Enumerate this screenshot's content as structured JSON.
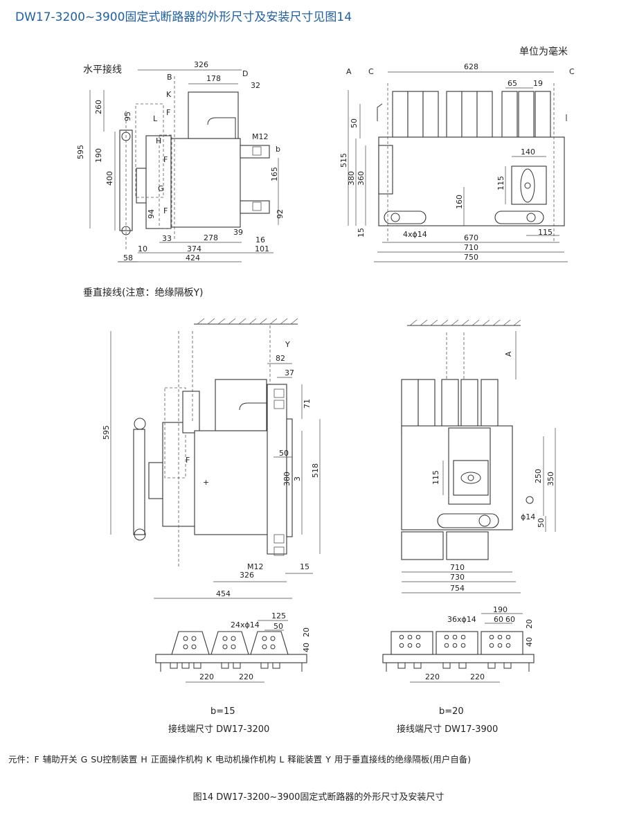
{
  "title": "DW17-3200~3900固定式断路器的外形尺寸及安装尺寸见图14",
  "unit_note": "单位为毫米",
  "sections": {
    "horizontal": "水平接线",
    "vertical": "垂直接线(注意：绝缘隔板Y)"
  },
  "terminal_left": {
    "b": "b=15",
    "caption": "接线端尺寸  DW17-3200"
  },
  "terminal_right": {
    "b": "b=20",
    "caption": "接线端尺寸  DW17-3900"
  },
  "legend": "元件：F  辅助开关   G  SU控制装置   H  正面操作机构   K  电动机操作机构   L  释能装置   Y  用于垂直接线的绝缘隔板(用户自备)",
  "figure_caption": "图14   DW17-3200~3900固定式断路器的外形尺寸及安装尺寸",
  "dims": {
    "top_left": [
      "326",
      "178",
      "32",
      "260",
      "95",
      "595",
      "190",
      "400",
      "M12",
      "b",
      "165",
      "94",
      "92",
      "33",
      "278",
      "39",
      "16",
      "10",
      "374",
      "101",
      "58",
      "424"
    ],
    "top_left_letters": [
      "B",
      "D",
      "K",
      "F",
      "L",
      "H",
      "F",
      "G",
      "F"
    ],
    "top_right": [
      "A",
      "C",
      "C",
      "628",
      "65",
      "19",
      "50",
      "515",
      "380",
      "360",
      "140",
      "115",
      "160",
      "15",
      "4xϕ14",
      "670",
      "710",
      "750",
      "115"
    ],
    "bottom_left": [
      "Y",
      "82",
      "37",
      "71",
      "595",
      "50",
      "3",
      "380",
      "518",
      "F",
      "M12",
      "326",
      "15",
      "454"
    ],
    "bottom_right": [
      "A",
      "115",
      "250",
      "350",
      "ϕ14",
      "50",
      "710",
      "730",
      "754"
    ],
    "term_left": [
      "125",
      "24xϕ14",
      "50",
      "20",
      "40",
      "220",
      "220"
    ],
    "term_right": [
      "190",
      "60",
      "60",
      "36xϕ14",
      "20",
      "40",
      "220",
      "220"
    ]
  }
}
